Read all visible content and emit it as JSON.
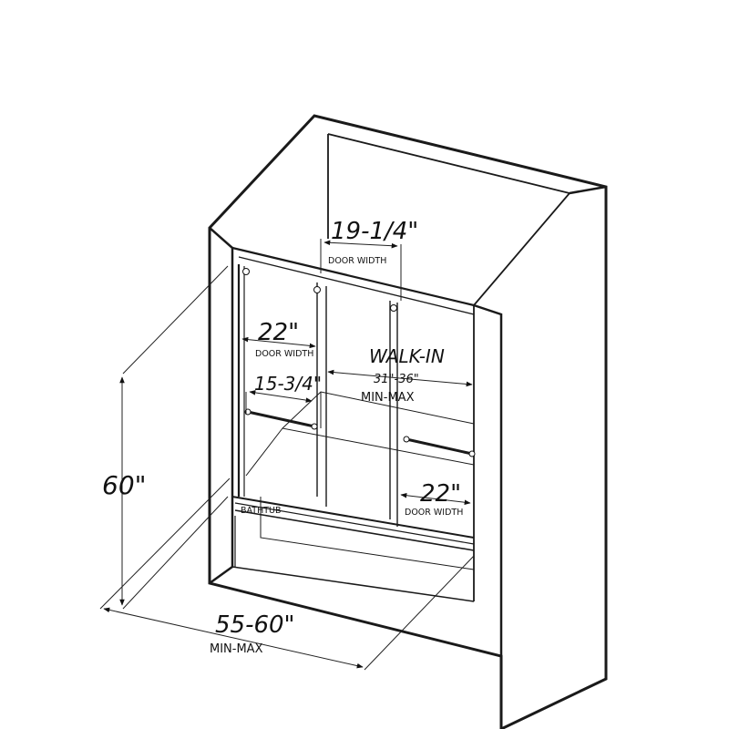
{
  "labels": {
    "top_door_width": "19-1/4\"",
    "top_door_width_caption": "DOOR WIDTH",
    "left_door_width": "22\"",
    "left_door_width_caption": "DOOR WIDTH",
    "walk_in": "WALK-IN",
    "walk_in_range": "31\"-36\"",
    "walk_in_caption": "MIN-MAX",
    "handle_width": "15-3/4\"",
    "right_door_width": "22\"",
    "right_door_width_caption": "DOOR WIDTH",
    "height": "60\"",
    "width": "55-60\"",
    "width_caption": "MIN-MAX",
    "bathtub": "BATHTUB"
  }
}
